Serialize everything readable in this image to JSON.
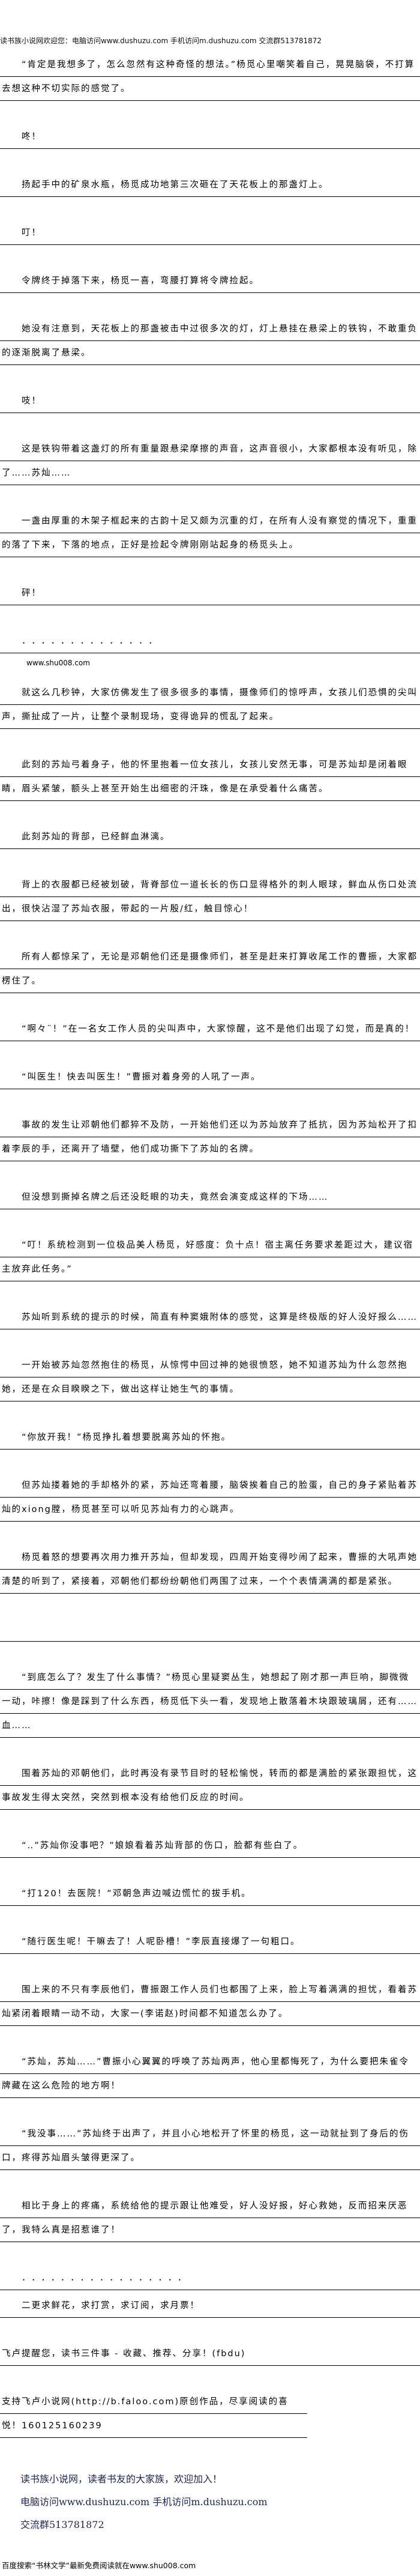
{
  "header": "读书族小说网欢迎您：电脑访问www.dushuzu.com 手机访问m.dushuzu.com 交流群513781872",
  "paragraphs": [
    {
      "type": "indent",
      "text": "“肯定是我想多了，怎么忽然有这种奇怪的想法。”杨觅心里嘲笑着自己，晃晃脑袋，不打算去想这种不切实际的感觉了。"
    },
    {
      "type": "indent",
      "text": "咚！"
    },
    {
      "type": "indent",
      "text": "扬起手中的矿泉水瓶，杨觅成功地第三次砸在了天花板上的那盏灯上。"
    },
    {
      "type": "indent",
      "text": "叮！"
    },
    {
      "type": "indent",
      "text": "令牌终于掉落下来，杨觅一喜，弯腰打算将令牌捡起。"
    },
    {
      "type": "indent",
      "text": "她没有注意到，天花板上的那盏被击中过很多次的灯，灯上悬挂在悬梁上的铁钩，不敢重负的逐渐脱离了悬梁。"
    },
    {
      "type": "indent",
      "text": "吱！"
    },
    {
      "type": "indent",
      "text": "这是铁钩带着这盏灯的所有重量跟悬梁摩擦的声音，这声音很小，大家都根本没有听见，除了……苏灿……"
    },
    {
      "type": "indent",
      "text": "一盏由厚重的木架子框起来的古韵十足又颇为沉重的灯，在所有人没有察觉的情况下，重重的落了下来，下落的地点，正好是捡起令牌刚刚站起身的杨觅头上。"
    },
    {
      "type": "indent",
      "text": "砰！"
    },
    {
      "type": "dots",
      "text": "．．．．．．．．．．．．．．"
    },
    {
      "type": "small",
      "text": "www.shu008.com"
    },
    {
      "type": "indent",
      "text": "就这么几秒钟，大家仿佛发生了很多很多的事情，摄像师们的惊呼声，女孩儿们恐惧的尖叫声，撕扯成了一片，让整个录制现场，变得诡异的慌乱了起来。"
    },
    {
      "type": "indent",
      "text": "此刻的苏灿弓着身子，他的怀里抱着一位女孩儿，女孩儿安然无事，可是苏灿却是闭着眼睛，眉头紧皱，额头上甚至开始生出细密的汗珠，像是在承受着什么痛苦。"
    },
    {
      "type": "indent",
      "text": "此刻苏灿的背部，已经鲜血淋漓。"
    },
    {
      "type": "indent",
      "text": "背上的衣服都已经被划破，背脊部位一道长长的伤口显得格外的刺人眼球，鲜血从伤口处流出，很快沾湿了苏灿衣服，带起的一片殷/红，触目惊心！"
    },
    {
      "type": "indent",
      "text": "所有人都惊呆了，无论是邓朝他们还是摄像师们，甚至是赶来打算收尾工作的曹振，大家都楞住了。"
    },
    {
      "type": "indent",
      "text": "“啊々¨！”在一名女工作人员的尖叫声中，大家惊醒，这不是他们出现了幻觉，而是真的！"
    },
    {
      "type": "indent",
      "text": "“叫医生！快去叫医生！”曹振对着身旁的人吼了一声。"
    },
    {
      "type": "indent",
      "text": "事故的发生让邓朝他们都猝不及防，一开始他们还以为苏灿放弃了抵抗，因为苏灿松开了扣着李辰的手，还离开了墙壁，他们成功撕下了苏灿的名牌。"
    },
    {
      "type": "indent",
      "text": "但没想到撕掉名牌之后还没眨眼的功夫，竟然会演变成这样的下场……"
    },
    {
      "type": "indent",
      "text": "“叮！系统检测到一位极品美人杨觅，好感度：负十点！宿主离任务要求差距过大，建议宿主放弃此任务。”"
    },
    {
      "type": "indent",
      "text": "苏灿听到系统的提示的时候，简直有种窦娥附体的感觉，这算是终极版的好人没好报么……"
    },
    {
      "type": "indent",
      "text": "一开始被苏灿忽然抱住的杨觅，从惊愕中回过神的她很愤怒，她不知道苏灿为什么忽然抱她，还是在众目睽睽之下，做出这样让她生气的事情。"
    },
    {
      "type": "indent",
      "text": "“你放开我！”杨觅挣扎着想要脱离苏灿的怀抱。"
    },
    {
      "type": "indent",
      "text": "但苏灿搂着她的手却格外的紧，苏灿还弯着腰，脑袋挨着自己的脸蛋，自己的身子紧贴着苏灿的xiong膛，杨觅甚至可以听见苏灿有力的心跳声。"
    },
    {
      "type": "indent",
      "text": "杨觅着怒的想要再次用力推开苏灿，但却发现，四周开始变得吵闹了起来，曹振的大吼声她清楚的听到了，紧接着，邓朝他们都纷纷朝他们两围了过来，一个个表情满满的都是紧张。"
    },
    {
      "type": "blank",
      "text": ""
    },
    {
      "type": "indent",
      "text": "“到底怎么了？发生了什么事情？”杨觅心里疑窦丛生，她想起了刚才那一声巨响，脚微微一动，咔擦！像是踩到了什么东西，杨觅低下头一看，发现地上散落着木块跟玻璃屑，还有……血……"
    },
    {
      "type": "indent",
      "text": "围着苏灿的邓朝他们，此时再没有录节目时的轻松愉悦，转而的都是满脸的紧张跟担忧，这事故发生得太突然，突然到根本没有给他们反应的时间。"
    },
    {
      "type": "indent",
      "text": "“‥”苏灿你没事吧？”娘娘看着苏灿背部的伤口，脸都有些白了。"
    },
    {
      "type": "indent",
      "text": "“打120！去医院！”邓朝急声边喊边慌忙的拔手机。"
    },
    {
      "type": "indent",
      "text": "“随行医生呢！干嘛去了！人呢卧槽！”李辰直接爆了一句粗口。"
    },
    {
      "type": "indent",
      "text": "围上来的不只有李辰他们，曹振跟工作人员们也都围了上来，脸上写着满满的担忧，看着苏灿紧闭着眼睛一动不动，大家一(李诺赵)时间都不知道怎么办了。"
    },
    {
      "type": "indent",
      "text": "“苏灿，苏灿……”曹振小心翼翼的呼唤了苏灿两声，他心里都悔死了，为什么要把朱雀令牌藏在这么危险的地方啊！"
    },
    {
      "type": "indent",
      "text": "“我没事……”苏灿终于出声了，并且小心地松开了怀里的杨觅，这一动就扯到了身后的伤口，疼得苏灿眉头皱得更深了。"
    },
    {
      "type": "indent",
      "text": "相比于身上的疼痛，系统给他的提示跟让他难受，好人没好报，好心救她，反而招来厌恶了，我特么真是招惹谁了！"
    },
    {
      "type": "dots",
      "text": "．．．．．．．．．．．．．．．．．"
    },
    {
      "type": "indent",
      "text": "二更求鲜花，求打赏，求订阅，求月票！"
    },
    {
      "type": "plain",
      "text": "飞卢提醒您，读书三件事 - 收藏、推荐、分享！(fbdu)"
    },
    {
      "type": "narrow",
      "text": "支持飞卢小说网(http://b.faloo.com)原创作品，尽享阅读的喜悦！160125160239"
    }
  ],
  "footer": {
    "line1": "读书族小说网，读者书友的大家族，欢迎加入！",
    "line2": "电脑访问www.dushuzu.com 手机访问m.dushuzu.com",
    "line3": "交流群513781872"
  },
  "bottom_ad": "百度搜索“书林文学”最新免费阅读就在www.shu008.com"
}
